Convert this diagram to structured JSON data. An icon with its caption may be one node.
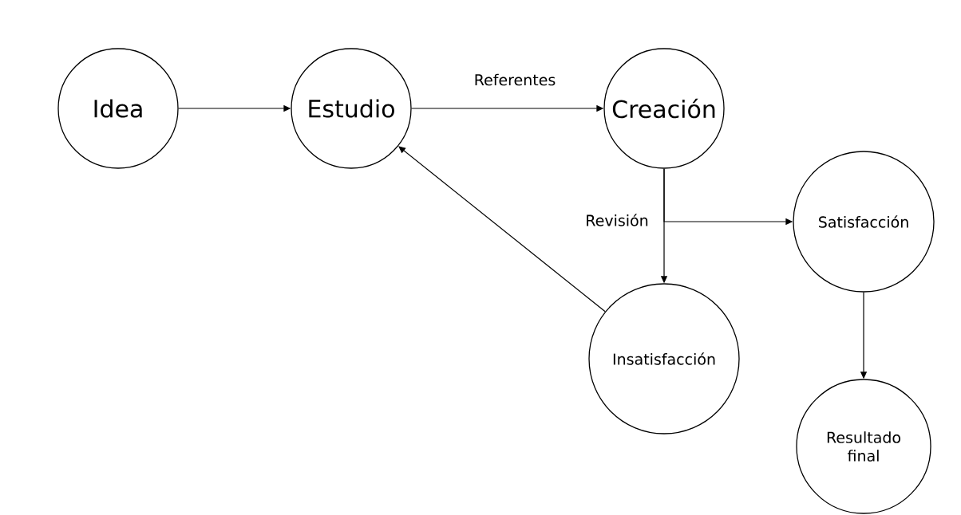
{
  "diagram": {
    "nodes": [
      {
        "text": [
          "Idea"
        ]
      },
      {
        "text": [
          "Estudio"
        ]
      },
      {
        "text": [
          "Creación"
        ]
      },
      {
        "text": [
          "Satisfacción"
        ]
      },
      {
        "text": [
          "Insatisfacción"
        ]
      },
      {
        "text": [
          "Resultado final"
        ]
      }
    ],
    "edges": [
      {
        "from": 0,
        "to": 1,
        "arrow": "to"
      },
      {
        "from": 1,
        "to": 2,
        "arrow": "to",
        "label": "Referentes"
      },
      {
        "from": 2,
        "to": 4,
        "arrow": "to",
        "label": "Revisión"
      },
      {
        "from": 2,
        "to": 3,
        "arrow": "to"
      },
      {
        "from": 4,
        "to": 1,
        "arrow": "to"
      },
      {
        "from": 3,
        "to": 5,
        "arrow": "to"
      }
    ]
  }
}
